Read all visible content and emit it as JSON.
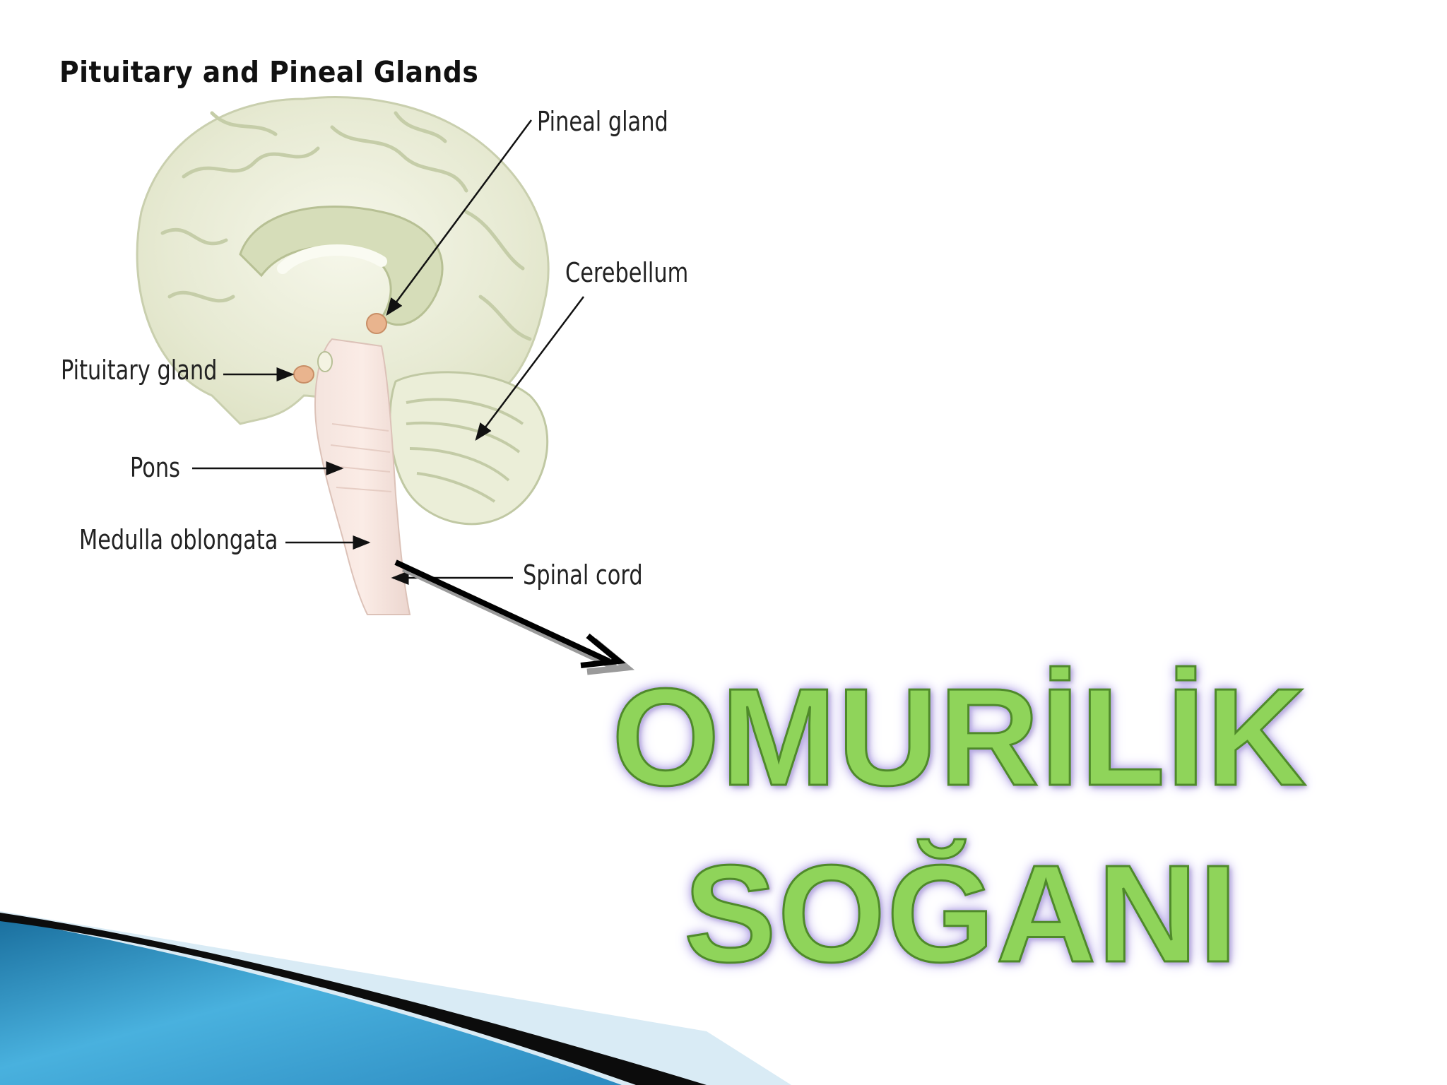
{
  "diagram": {
    "title": "Pituitary and Pineal Glands",
    "labels": {
      "pineal": "Pineal gland",
      "cerebellum": "Cerebellum",
      "pituitary": "Pituitary gland",
      "pons": "Pons",
      "medulla": "Medulla oblongata",
      "spinal": "Spinal cord"
    }
  },
  "headline": {
    "line1": "OMURİLİK",
    "line2": "SOĞANI"
  },
  "colors": {
    "headline_fill": "#8fd45a",
    "headline_outline": "#4f8a2a",
    "headline_glow": "#a999de",
    "footer_blue": "#2a8fc4",
    "footer_light": "#cfe5f2",
    "brain_fill": "#eef0dd",
    "brain_fold": "#b8c49a"
  }
}
